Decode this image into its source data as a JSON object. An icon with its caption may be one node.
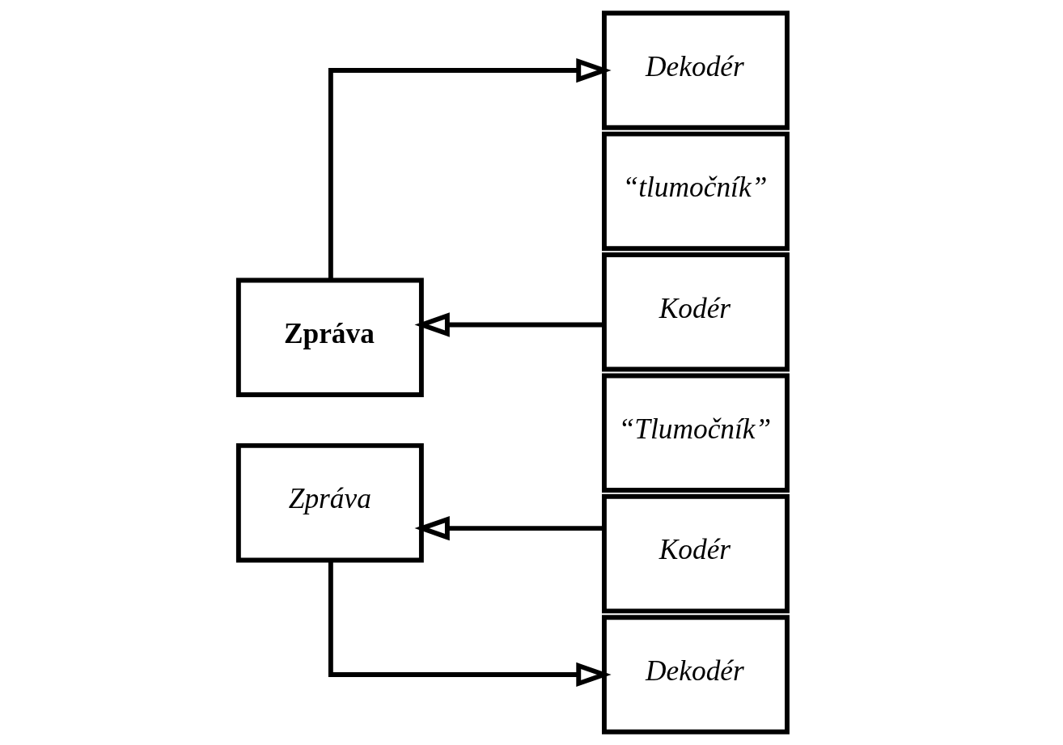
{
  "diagram": {
    "nodes": [
      {
        "text": [
          "Zpráva"
        ]
      },
      {
        "text": [
          "Kodér"
        ]
      },
      {
        "text": [
          "“Tlumočník”"
        ]
      },
      {
        "text": [
          "Dekodér"
        ]
      },
      {
        "text": [
          "Dekodér"
        ]
      },
      {
        "text": [
          "“tlumočník”"
        ]
      },
      {
        "text": [
          "Kodér"
        ]
      },
      {
        "text": [
          "Zpráva"
        ]
      }
    ],
    "edges": [
      {
        "from": 1,
        "to": 0,
        "arrow": "to"
      },
      {
        "from": 0,
        "to": 4,
        "arrow": "to"
      },
      {
        "from": 6,
        "to": 7,
        "arrow": "to"
      },
      {
        "from": 7,
        "to": 3,
        "arrow": "to"
      }
    ]
  }
}
